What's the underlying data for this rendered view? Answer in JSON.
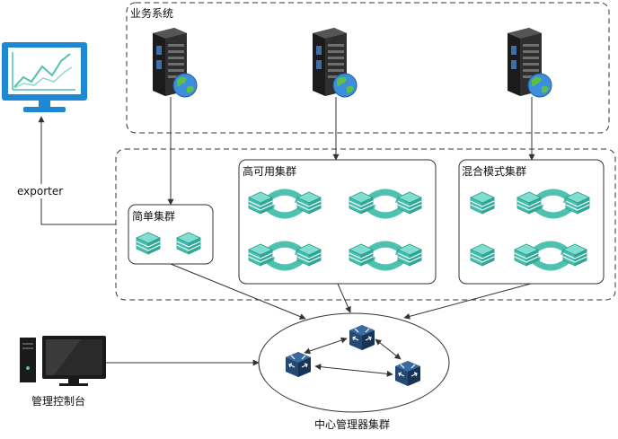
{
  "labels": {
    "business_system": "业务系统",
    "exporter": "exporter",
    "simple_cluster": "简单集群",
    "ha_cluster": "高可用集群",
    "mixed_cluster": "混合模式集群",
    "console": "管理控制台",
    "center_cluster": "中心管理器集群"
  },
  "colors": {
    "teal": "#4fc1b0",
    "teal_dark": "#2e9e8e",
    "monitor_blue": "#1e88d4",
    "router_navy": "#1d3f66",
    "server_dark": "#2b2b2b",
    "line": "#333333"
  },
  "icons": {
    "servers": [
      "server-globe-icon",
      "server-globe-icon",
      "server-globe-icon"
    ],
    "monitor": "monitor-chart-icon",
    "console": "desktop-computer-icon",
    "routers": [
      "router-icon",
      "router-icon",
      "router-icon"
    ]
  }
}
